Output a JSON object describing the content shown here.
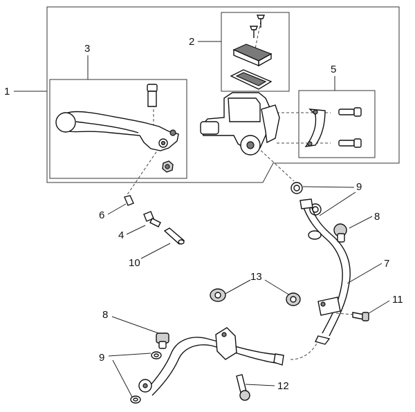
{
  "diagram": {
    "callouts": [
      "1",
      "2",
      "3",
      "4",
      "5",
      "6",
      "7",
      "8",
      "8",
      "9",
      "9",
      "10",
      "11",
      "12",
      "13"
    ]
  }
}
